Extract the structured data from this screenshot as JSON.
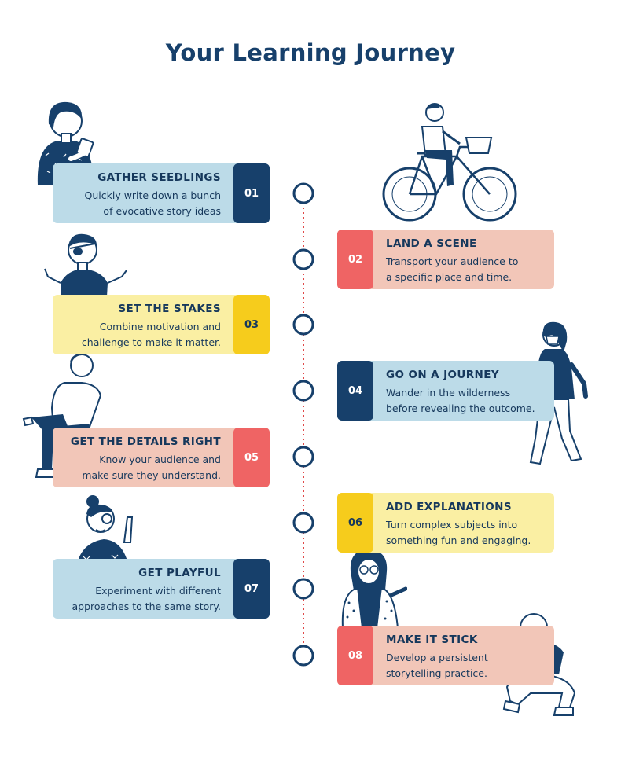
{
  "title": "Your Learning Journey",
  "colors": {
    "navy": "#17406b",
    "red": "#ef6464",
    "yellow": "#f6cc1c",
    "blue_card": "#bcdbe8",
    "pink_card": "#f2c6b8",
    "yellow_card": "#faefa3",
    "connector": "#e04848"
  },
  "steps": [
    {
      "number": "01",
      "heading": "GATHER SEEDLINGS",
      "line1": "Quickly write down a bunch",
      "line2": "of evocative story ideas"
    },
    {
      "number": "02",
      "heading": "LAND A SCENE",
      "line1": "Transport your audience to",
      "line2": "a specific place and time."
    },
    {
      "number": "03",
      "heading": "SET THE STAKES",
      "line1": "Combine motivation and",
      "line2": "challenge to make it matter."
    },
    {
      "number": "04",
      "heading": "GO ON A JOURNEY",
      "line1": "Wander in the wilderness",
      "line2": "before revealing the outcome."
    },
    {
      "number": "05",
      "heading": "GET THE DETAILS RIGHT",
      "line1": "Know your audience and",
      "line2": "make sure they understand."
    },
    {
      "number": "06",
      "heading": "ADD EXPLANATIONS",
      "line1": "Turn complex subjects into",
      "line2": "something fun and engaging."
    },
    {
      "number": "07",
      "heading": "GET PLAYFUL",
      "line1": "Experiment with different",
      "line2": "approaches to the same story."
    },
    {
      "number": "08",
      "heading": "MAKE IT STICK",
      "line1": "Develop a persistent",
      "line2": "storytelling practice."
    }
  ],
  "illustrations": [
    "person-with-phone-illustration",
    "cyclist-illustration",
    "shrugging-person-with-eyepatch-illustration",
    "walking-woman-with-mask-illustration",
    "sitting-person-illustration",
    "person-with-glasses-pointing-illustration",
    "woman-in-hijab-pointing-illustration",
    "crouching-bald-man-illustration"
  ]
}
